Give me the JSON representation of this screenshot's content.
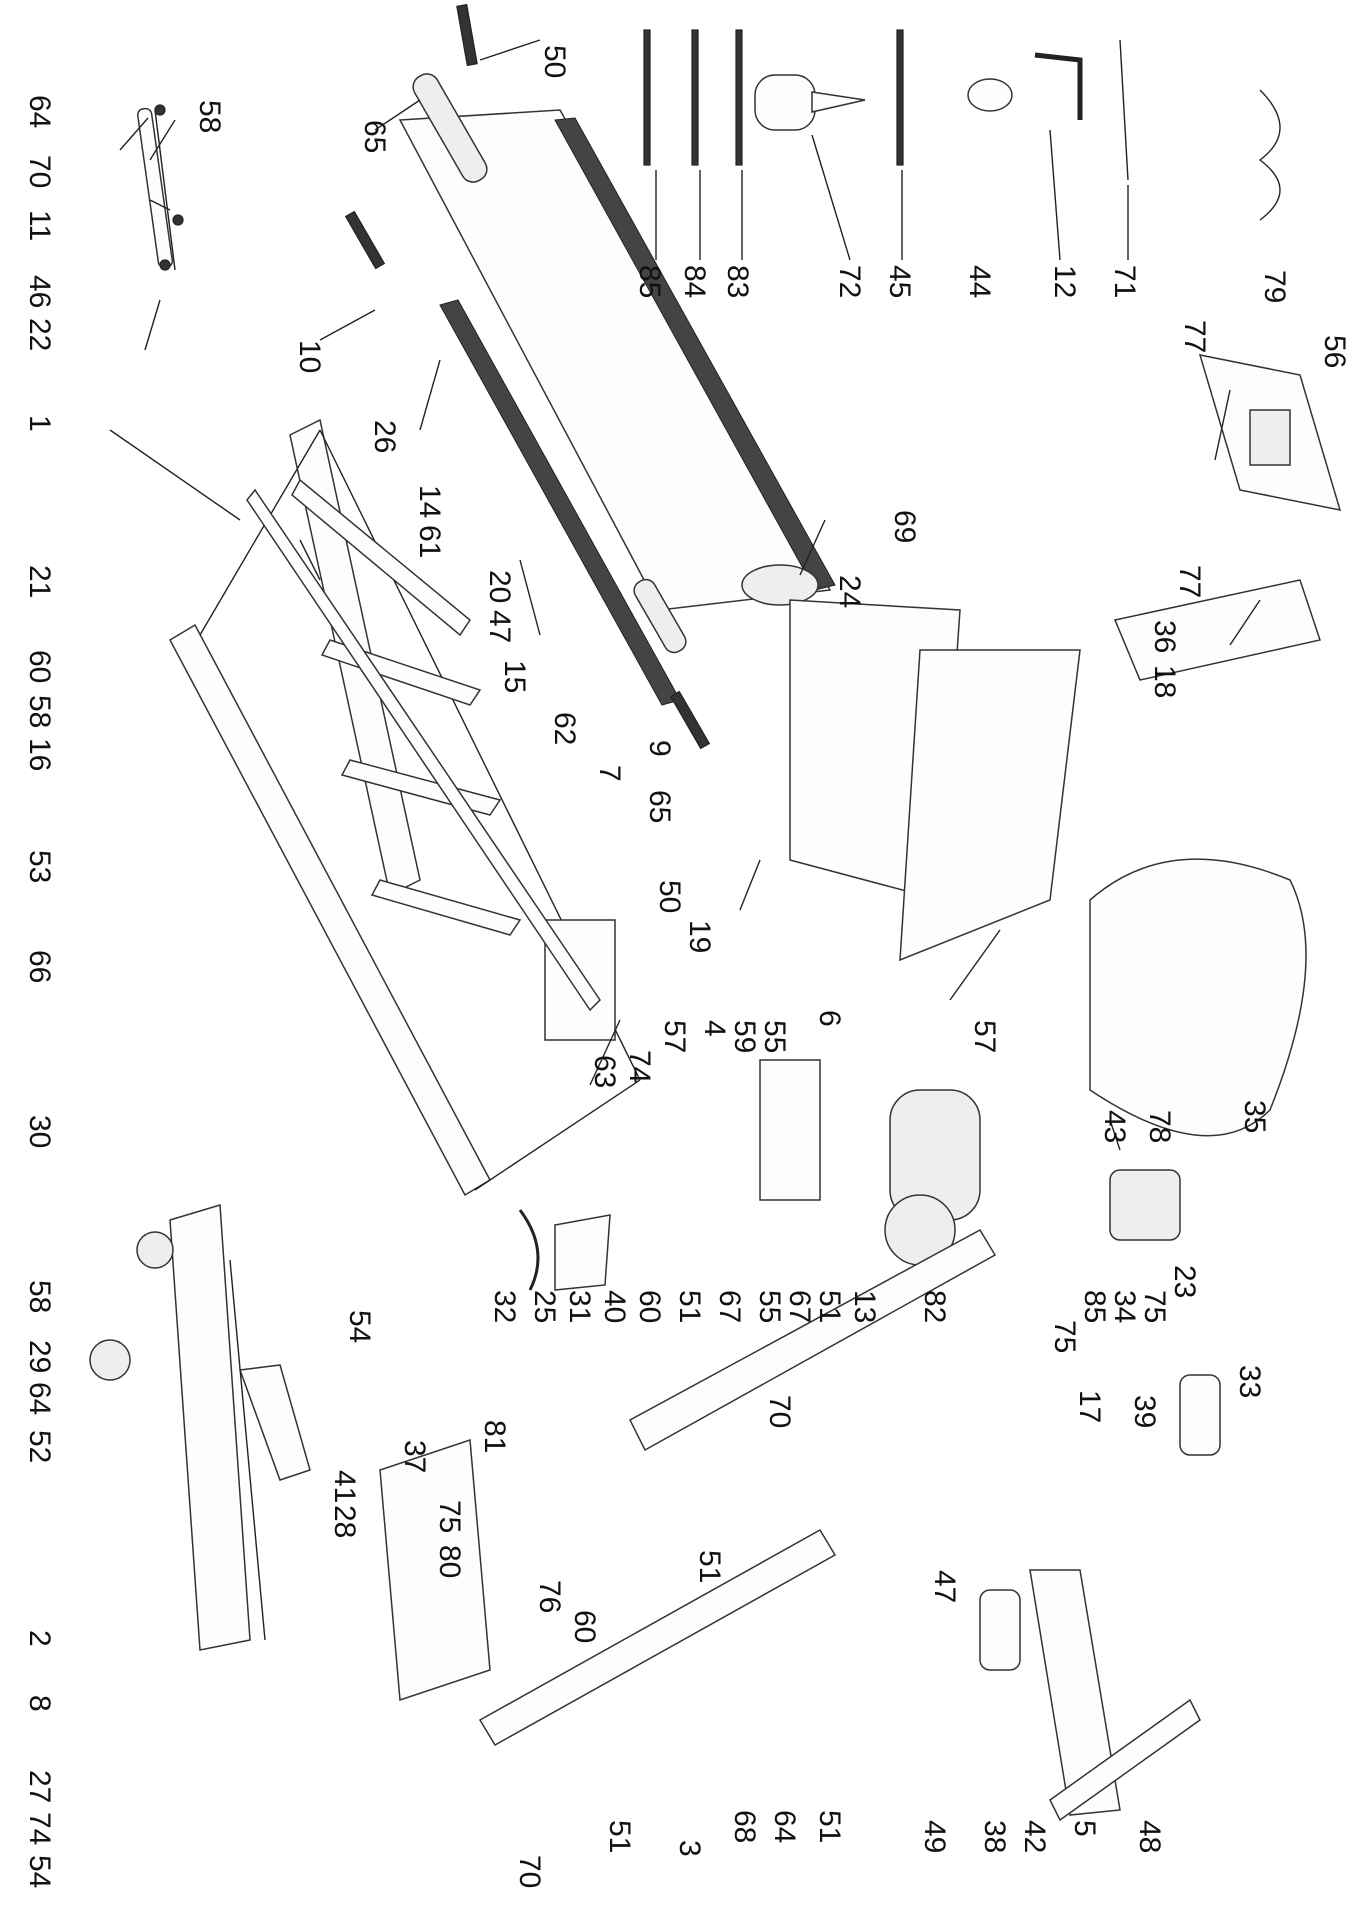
{
  "diagram": {
    "callouts": [
      {
        "id": "c50a",
        "text": "50"
      },
      {
        "id": "c65a",
        "text": "65"
      },
      {
        "id": "c64a",
        "text": "64"
      },
      {
        "id": "c70a",
        "text": "70"
      },
      {
        "id": "c11",
        "text": "11"
      },
      {
        "id": "c58a",
        "text": "58"
      },
      {
        "id": "c46",
        "text": "46"
      },
      {
        "id": "c22",
        "text": "22"
      },
      {
        "id": "c10",
        "text": "10"
      },
      {
        "id": "c85a",
        "text": "85"
      },
      {
        "id": "c84",
        "text": "84"
      },
      {
        "id": "c83",
        "text": "83"
      },
      {
        "id": "c72",
        "text": "72"
      },
      {
        "id": "c45",
        "text": "45"
      },
      {
        "id": "c44",
        "text": "44"
      },
      {
        "id": "c12",
        "text": "12"
      },
      {
        "id": "c71",
        "text": "71"
      },
      {
        "id": "c79",
        "text": "79"
      },
      {
        "id": "c77a",
        "text": "77"
      },
      {
        "id": "c56",
        "text": "56"
      },
      {
        "id": "c1",
        "text": "1"
      },
      {
        "id": "c26",
        "text": "26"
      },
      {
        "id": "c14",
        "text": "14"
      },
      {
        "id": "c61",
        "text": "61"
      },
      {
        "id": "c69",
        "text": "69"
      },
      {
        "id": "c21",
        "text": "21"
      },
      {
        "id": "c20",
        "text": "20"
      },
      {
        "id": "c47a",
        "text": "47"
      },
      {
        "id": "c24",
        "text": "24"
      },
      {
        "id": "c60a",
        "text": "60"
      },
      {
        "id": "c58b",
        "text": "58"
      },
      {
        "id": "c16",
        "text": "16"
      },
      {
        "id": "c15",
        "text": "15"
      },
      {
        "id": "c77b",
        "text": "77"
      },
      {
        "id": "c36",
        "text": "36"
      },
      {
        "id": "c18",
        "text": "18"
      },
      {
        "id": "c53",
        "text": "53"
      },
      {
        "id": "c62",
        "text": "62"
      },
      {
        "id": "c9",
        "text": "9"
      },
      {
        "id": "c7",
        "text": "7"
      },
      {
        "id": "c65b",
        "text": "65"
      },
      {
        "id": "c50b",
        "text": "50"
      },
      {
        "id": "c19",
        "text": "19"
      },
      {
        "id": "c66",
        "text": "66"
      },
      {
        "id": "c6",
        "text": "6"
      },
      {
        "id": "c57a",
        "text": "57"
      },
      {
        "id": "c55a",
        "text": "55"
      },
      {
        "id": "c59",
        "text": "59"
      },
      {
        "id": "c4",
        "text": "4"
      },
      {
        "id": "c57b",
        "text": "57"
      },
      {
        "id": "c74a",
        "text": "74"
      },
      {
        "id": "c63",
        "text": "63"
      },
      {
        "id": "c35",
        "text": "35"
      },
      {
        "id": "c43",
        "text": "43"
      },
      {
        "id": "c78",
        "text": "78"
      },
      {
        "id": "c30",
        "text": "30"
      },
      {
        "id": "c51a",
        "text": "51"
      },
      {
        "id": "c13",
        "text": "13"
      },
      {
        "id": "c82",
        "text": "82"
      },
      {
        "id": "c23",
        "text": "23"
      },
      {
        "id": "c75a",
        "text": "75"
      },
      {
        "id": "c34",
        "text": "34"
      },
      {
        "id": "c85b",
        "text": "85"
      },
      {
        "id": "c75b",
        "text": "75"
      },
      {
        "id": "c67a",
        "text": "67"
      },
      {
        "id": "c55b",
        "text": "55"
      },
      {
        "id": "c67b",
        "text": "67"
      },
      {
        "id": "c51b",
        "text": "51"
      },
      {
        "id": "c60b",
        "text": "60"
      },
      {
        "id": "c40",
        "text": "40"
      },
      {
        "id": "c31",
        "text": "31"
      },
      {
        "id": "c25",
        "text": "25"
      },
      {
        "id": "c32",
        "text": "32"
      },
      {
        "id": "c54a",
        "text": "54"
      },
      {
        "id": "c58c",
        "text": "58"
      },
      {
        "id": "c29",
        "text": "29"
      },
      {
        "id": "c64b",
        "text": "64"
      },
      {
        "id": "c52",
        "text": "52"
      },
      {
        "id": "c17",
        "text": "17"
      },
      {
        "id": "c39",
        "text": "39"
      },
      {
        "id": "c33",
        "text": "33"
      },
      {
        "id": "c70b",
        "text": "70"
      },
      {
        "id": "c81",
        "text": "81"
      },
      {
        "id": "c37",
        "text": "37"
      },
      {
        "id": "c41",
        "text": "41"
      },
      {
        "id": "c28",
        "text": "28"
      },
      {
        "id": "c75c",
        "text": "75"
      },
      {
        "id": "c80",
        "text": "80"
      },
      {
        "id": "c76",
        "text": "76"
      },
      {
        "id": "c60c",
        "text": "60"
      },
      {
        "id": "c51c",
        "text": "51"
      },
      {
        "id": "c47b",
        "text": "47"
      },
      {
        "id": "c2",
        "text": "2"
      },
      {
        "id": "c8",
        "text": "8"
      },
      {
        "id": "c27",
        "text": "27"
      },
      {
        "id": "c74b",
        "text": "74"
      },
      {
        "id": "c54b",
        "text": "54"
      },
      {
        "id": "c3",
        "text": "3"
      },
      {
        "id": "c68",
        "text": "68"
      },
      {
        "id": "c64c",
        "text": "64"
      },
      {
        "id": "c51d",
        "text": "51"
      },
      {
        "id": "c70c",
        "text": "70"
      },
      {
        "id": "c51e",
        "text": "51"
      },
      {
        "id": "c49",
        "text": "49"
      },
      {
        "id": "c38",
        "text": "38"
      },
      {
        "id": "c42",
        "text": "42"
      },
      {
        "id": "c5",
        "text": "5"
      },
      {
        "id": "c48",
        "text": "48"
      }
    ]
  }
}
